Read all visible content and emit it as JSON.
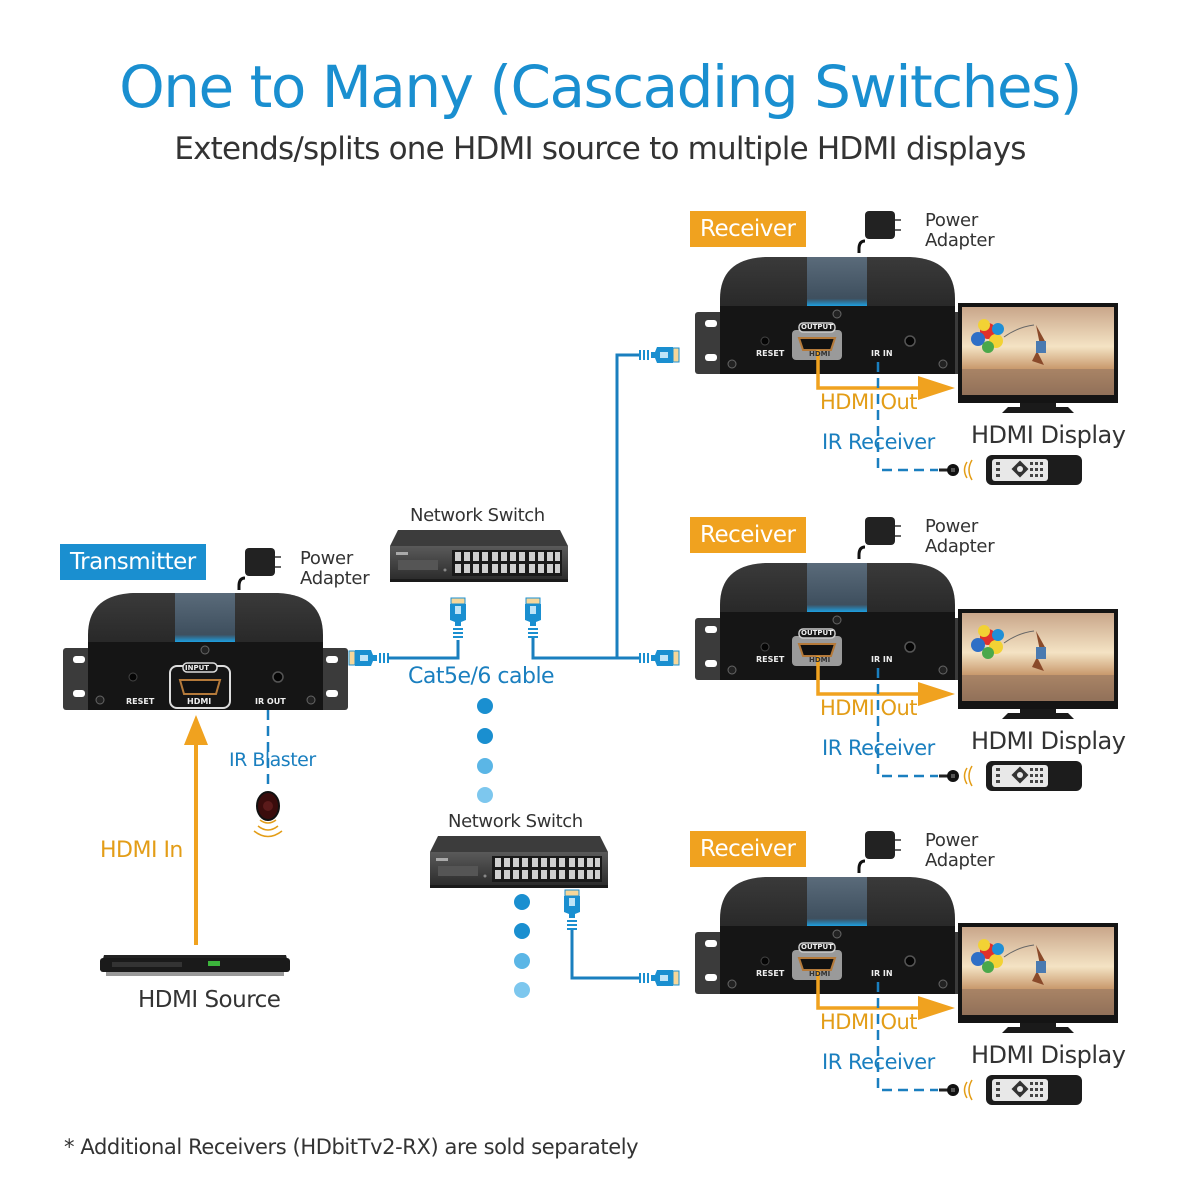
{
  "header": {
    "title": "One to Many (Cascading Switches)",
    "subtitle": "Extends/splits one HDMI source to multiple HDMI displays"
  },
  "colors": {
    "accent_blue": "#1a8fd0",
    "accent_orange": "#f0a21f",
    "cable_blue": "#1a7fbf",
    "hdmi_orange": "#e39d17",
    "device_black": "#1e1e1e"
  },
  "transmitter": {
    "tag": "Transmitter",
    "power_adapter": [
      "Power",
      "Adapter"
    ],
    "port_labels": {
      "reset": "RESET",
      "hdmi_header": "INPUT",
      "hdmi": "HDMI",
      "ir": "IR OUT"
    },
    "ir_label": "IR Blaster",
    "hdmi_in_label": "HDMI In"
  },
  "source": {
    "label": "HDMI Source"
  },
  "switches": [
    {
      "label": "Network Switch"
    },
    {
      "label": "Network Switch"
    }
  ],
  "cable_label": "Cat5e/6 cable",
  "receivers": [
    {
      "tag": "Receiver",
      "power_adapter": [
        "Power",
        "Adapter"
      ],
      "port_labels": {
        "reset": "RESET",
        "hdmi_header": "OUTPUT",
        "hdmi": "HDMI",
        "ir": "IR IN"
      },
      "hdmi_out_label": "HDMI Out",
      "ir_label": "IR Receiver",
      "display_label": "HDMI Display"
    },
    {
      "tag": "Receiver",
      "power_adapter": [
        "Power",
        "Adapter"
      ],
      "port_labels": {
        "reset": "RESET",
        "hdmi_header": "OUTPUT",
        "hdmi": "HDMI",
        "ir": "IR IN"
      },
      "hdmi_out_label": "HDMI Out",
      "ir_label": "IR Receiver",
      "display_label": "HDMI Display"
    },
    {
      "tag": "Receiver",
      "power_adapter": [
        "Power",
        "Adapter"
      ],
      "port_labels": {
        "reset": "RESET",
        "hdmi_header": "OUTPUT",
        "hdmi": "HDMI",
        "ir": "IR IN"
      },
      "hdmi_out_label": "HDMI Out",
      "ir_label": "IR Receiver",
      "display_label": "HDMI Display"
    }
  ],
  "footnote": "* Additional Receivers (HDbitTv2-RX) are sold separately"
}
